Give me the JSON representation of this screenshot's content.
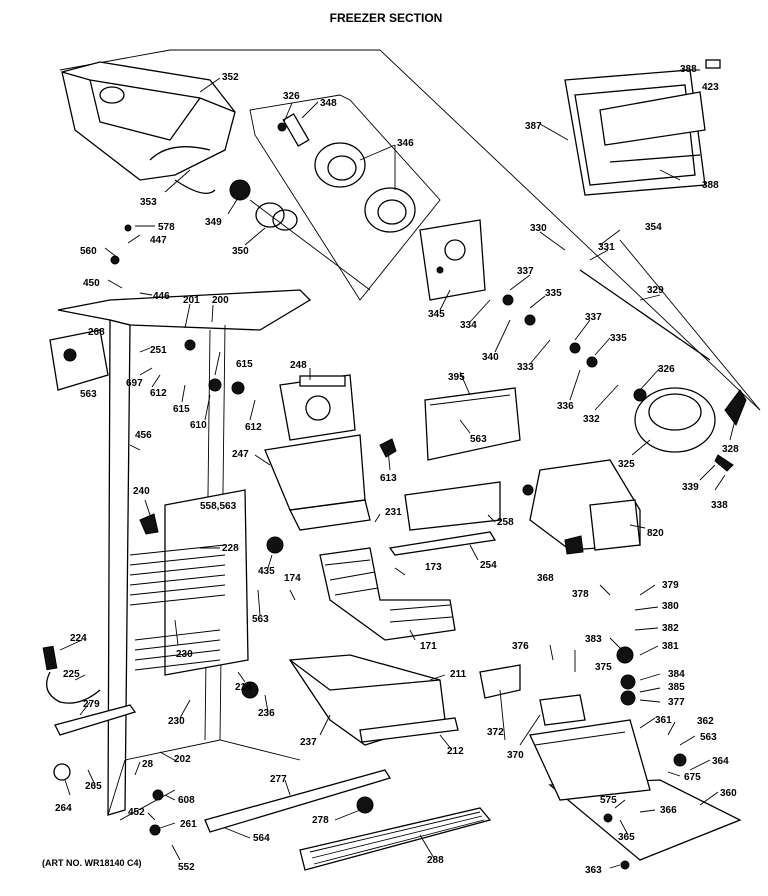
{
  "title": "FREEZER SECTION",
  "art_number": "(ART NO. WR18140 C4)",
  "parts": [
    "352",
    "326",
    "348",
    "346",
    "353",
    "349",
    "350",
    "578",
    "447",
    "560",
    "450",
    "446",
    "201",
    "200",
    "268",
    "563",
    "251",
    "697",
    "612",
    "615",
    "610",
    "456",
    "615",
    "248",
    "612",
    "247",
    "613",
    "395",
    "563",
    "240",
    "558,563",
    "228",
    "435",
    "174",
    "231",
    "258",
    "254",
    "173",
    "171",
    "563",
    "224",
    "225",
    "279",
    "230",
    "214",
    "230",
    "236",
    "211",
    "237",
    "212",
    "202",
    "264",
    "265",
    "28",
    "608",
    "452",
    "261",
    "552",
    "277",
    "278",
    "564",
    "288",
    "387",
    "388",
    "423",
    "388",
    "354",
    "330",
    "331",
    "337",
    "335",
    "329",
    "345",
    "334",
    "340",
    "333",
    "337",
    "335",
    "336",
    "332",
    "326",
    "325",
    "328",
    "339",
    "338",
    "820",
    "368",
    "378",
    "379",
    "380",
    "382",
    "381",
    "376",
    "383",
    "375",
    "384",
    "385",
    "377",
    "372",
    "370",
    "361",
    "362",
    "563",
    "364",
    "675",
    "360",
    "575",
    "366",
    "365",
    "363"
  ]
}
